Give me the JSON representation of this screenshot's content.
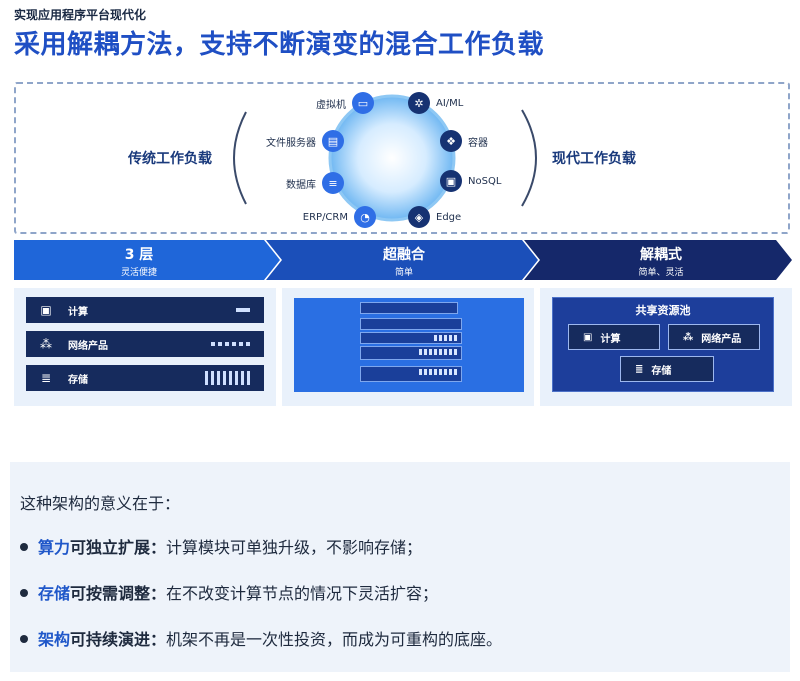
{
  "header": {
    "subtitle": "实现应用程序平台现代化",
    "title": "采用解耦方法，支持不断演变的混合工作负载"
  },
  "workloads": {
    "traditional_label": "传统工作负载",
    "modern_label": "现代工作负载",
    "traditional_items": [
      {
        "label": "虚拟机",
        "icon": "server-icon",
        "glyph": "▭"
      },
      {
        "label": "文件服务器",
        "icon": "file-icon",
        "glyph": "▤"
      },
      {
        "label": "数据库",
        "icon": "database-icon",
        "glyph": "≡"
      },
      {
        "label": "ERP/CRM",
        "icon": "chart-icon",
        "glyph": "◔"
      }
    ],
    "modern_items": [
      {
        "label": "AI/ML",
        "icon": "ai-icon",
        "glyph": "✲"
      },
      {
        "label": "容器",
        "icon": "container-icon",
        "glyph": "❖"
      },
      {
        "label": "NoSQL",
        "icon": "nosql-icon",
        "glyph": "▣"
      },
      {
        "label": "Edge",
        "icon": "edge-icon",
        "glyph": "◈"
      }
    ]
  },
  "stages": [
    {
      "title": "3 层",
      "subtitle": "灵活便捷"
    },
    {
      "title": "超融合",
      "subtitle": "简单"
    },
    {
      "title": "解耦式",
      "subtitle": "简单、灵活"
    }
  ],
  "three_tier": {
    "rows": [
      {
        "label": "计算",
        "icon": "cpu-icon",
        "glyph": "▣"
      },
      {
        "label": "网络产品",
        "icon": "network-icon",
        "glyph": "⁂"
      },
      {
        "label": "存储",
        "icon": "storage-icon",
        "glyph": "≣"
      }
    ]
  },
  "disaggregated": {
    "pool_title": "共享资源池",
    "cells": [
      {
        "label": "计算",
        "icon": "cpu-icon",
        "glyph": "▣"
      },
      {
        "label": "网络产品",
        "icon": "network-icon",
        "glyph": "⁂"
      },
      {
        "label": "存储",
        "icon": "storage-icon",
        "glyph": "≣"
      }
    ]
  },
  "significance": {
    "heading": "这种架构的意义在于：",
    "bullets": [
      {
        "keyword": "算力",
        "term": "可独立扩展：",
        "text": "计算模块可单独升级，不影响存储；"
      },
      {
        "keyword": "存储",
        "term": "可按需调整：",
        "text": "在不改变计算节点的情况下灵活扩容；"
      },
      {
        "keyword": "架构",
        "term": "可持续演进：",
        "text": "机架不再是一次性投资，而成为可重构的底座。"
      }
    ]
  },
  "colors": {
    "accent": "#1f4fc4",
    "band_blue": "#1f66d9",
    "band_dark": "#16285c",
    "note_bg": "#eef3fa"
  }
}
